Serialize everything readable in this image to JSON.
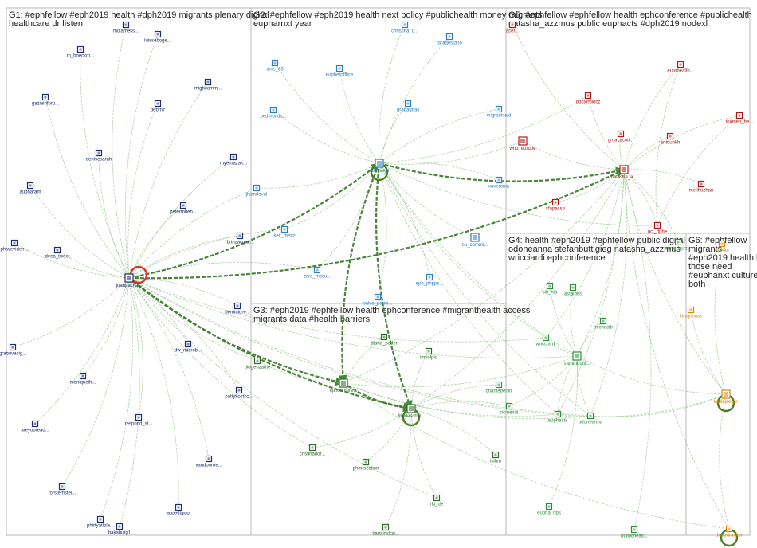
{
  "groups": [
    {
      "id": "G1",
      "title_lines": [
        "G1: #ephfellow #eph2019 health #dph2019 migrants plenary digital",
        "healthcare dr listen"
      ],
      "color": "#1f2d6b"
    },
    {
      "id": "G2",
      "title_lines": [
        "G2: #ephfellow #eph2019 health next policy #publichealth money migrants",
        "eupharnxt year"
      ],
      "color": "#2f7fbf"
    },
    {
      "id": "G3",
      "title_lines": [
        "G3: #eph2019 #ephfellow health ephconference #migranthealth access",
        "migrants data #health barriers"
      ],
      "color": "#2e6b2a"
    },
    {
      "id": "G4",
      "title_lines": [
        "G4: health #eph2019 #ephfellow public digital",
        "odoneanna stefanbuttigieg natasha_azzmus",
        "wricciardi ephconference"
      ],
      "color": "#2a8f3a"
    },
    {
      "id": "G5",
      "title_lines": [
        "G5: #ephfellow #ephfellow health ephconference #publichealth",
        "natasha_azzmus public euphacts #dph2019 nodexl"
      ],
      "color": "#b01818"
    },
    {
      "id": "G6",
      "title_lines": [
        "G6: #ephfellow",
        "migrants",
        "#eph2019 health ll",
        "those need",
        "#euphanxt culture",
        "both"
      ],
      "color": "#d4860b"
    }
  ],
  "nodes": [
    {
      "id": "mojamess",
      "label": "mojamess...",
      "group": "G1"
    },
    {
      "id": "luisseboge",
      "label": "luisseboge...",
      "group": "G1"
    },
    {
      "id": "m_boeckm",
      "label": "m_boeckm...",
      "group": "G1"
    },
    {
      "id": "mighcomm",
      "label": "mighcomm...",
      "group": "G1"
    },
    {
      "id": "gaziainforu",
      "label": "gaziainforu...",
      "group": "G1"
    },
    {
      "id": "debmir",
      "label": "debmir",
      "group": "G1"
    },
    {
      "id": "denisesarah",
      "label": "denisesarah",
      "group": "G1"
    },
    {
      "id": "myemazak",
      "label": "myemazak...",
      "group": "G1"
    },
    {
      "id": "audharam",
      "label": "audharam",
      "group": "G1"
    },
    {
      "id": "petermben",
      "label": "petermben...",
      "group": "G1"
    },
    {
      "id": "brinzacmo",
      "label": "brinzacmo...",
      "group": "G1"
    },
    {
      "id": "phiweviden",
      "label": "phiweviden...",
      "group": "G1"
    },
    {
      "id": "deea_tweet",
      "label": "deea_tweet",
      "group": "G1"
    },
    {
      "id": "juanjracha",
      "label": "juanjracha...",
      "group": "G1"
    },
    {
      "id": "deminiore",
      "label": "deminiore...",
      "group": "G1"
    },
    {
      "id": "grabovacig",
      "label": "grabovacig...",
      "group": "G1"
    },
    {
      "id": "dw_microb",
      "label": "dw_microb...",
      "group": "G1"
    },
    {
      "id": "moniqueih",
      "label": "moniqueih...",
      "group": "G1"
    },
    {
      "id": "pattykostko",
      "label": "pattykostko...",
      "group": "G1"
    },
    {
      "id": "areyouread",
      "label": "areyouread...",
      "group": "G1"
    },
    {
      "id": "respond_st",
      "label": "respond_st...",
      "group": "G1"
    },
    {
      "id": "vandoorne",
      "label": "vandoorne...",
      "group": "G1"
    },
    {
      "id": "forstemstel",
      "label": "forstemstel...",
      "group": "G1"
    },
    {
      "id": "mazzillassa",
      "label": "mazzillassa",
      "group": "G1"
    },
    {
      "id": "phirtyatlola",
      "label": "phirtyatlola...",
      "group": "G1"
    },
    {
      "id": "bakaburg1",
      "label": "bakaburg1",
      "group": "G1"
    },
    {
      "id": "christina_d",
      "label": "christina_d...",
      "group": "G2"
    },
    {
      "id": "faragestano",
      "label": "faragestano",
      "group": "G2"
    },
    {
      "id": "amc_83",
      "label": "amc_83",
      "group": "G2"
    },
    {
      "id": "eupherofffice",
      "label": "eupherofffice",
      "group": "G2"
    },
    {
      "id": "pedmonds",
      "label": "pedmonds...",
      "group": "G2"
    },
    {
      "id": "drabagnall",
      "label": "drabagnall",
      "group": "G2"
    },
    {
      "id": "migrantsaid",
      "label": "migrantsaid",
      "group": "G2"
    },
    {
      "id": "euphanxt",
      "label": "euphanxt",
      "group": "G2"
    },
    {
      "id": "xaveronia",
      "label": "xaveronia",
      "group": "G2"
    },
    {
      "id": "jlsandoval",
      "label": "jlsandoval",
      "group": "G2"
    },
    {
      "id": "keit_menz",
      "label": "keit_menz",
      "group": "G2"
    },
    {
      "id": "eu_commi",
      "label": "eu_commi...",
      "group": "G2"
    },
    {
      "id": "zara_mccu",
      "label": "zara_mccu...",
      "group": "G2"
    },
    {
      "id": "eph_phpps",
      "label": "eph_phpps...",
      "group": "G2"
    },
    {
      "id": "salvo_parisi",
      "label": "salvo_parisi...",
      "group": "G2"
    },
    {
      "id": "diana_poder",
      "label": "diana_poder",
      "group": "G3"
    },
    {
      "id": "imvolpio",
      "label": "imvolpio",
      "group": "G3"
    },
    {
      "id": "biogenzante",
      "label": "biogenzante",
      "group": "G3"
    },
    {
      "id": "ephconfere",
      "label": "ephconfere...",
      "group": "G3"
    },
    {
      "id": "friedaschw",
      "label": "friedaschw...",
      "group": "G3"
    },
    {
      "id": "cristinador",
      "label": "cristinador...",
      "group": "G3"
    },
    {
      "id": "phmrsection",
      "label": "phmrsection",
      "group": "G3"
    },
    {
      "id": "isihm",
      "label": "isihm",
      "group": "G3"
    },
    {
      "id": "rki_de",
      "label": "rki_de",
      "group": "G3"
    },
    {
      "id": "karolinskai",
      "label": "karolinskai...",
      "group": "G3"
    },
    {
      "id": "anne_burz",
      "label": "anne_burz...",
      "group": "G4"
    },
    {
      "id": "siti_hia",
      "label": "siti_hia",
      "group": "G4"
    },
    {
      "id": "astaines",
      "label": "astaines",
      "group": "G4"
    },
    {
      "id": "michacib",
      "label": "michacib",
      "group": "G4"
    },
    {
      "id": "wricciardi",
      "label": "wricciardi",
      "group": "G4"
    },
    {
      "id": "stefanbutti",
      "label": "stefanbutti...",
      "group": "G4"
    },
    {
      "id": "chariteberlin",
      "label": "chariteberlin",
      "group": "G4"
    },
    {
      "id": "ricmexia",
      "label": "ricmexia",
      "group": "G4"
    },
    {
      "id": "euphacts",
      "label": "euphacts",
      "group": "G4"
    },
    {
      "id": "odoneanna",
      "label": "odoneanna",
      "group": "G4"
    },
    {
      "id": "eupha_hps",
      "label": "eupha_hps",
      "group": "G4"
    },
    {
      "id": "publichealt",
      "label": "publichealt...",
      "group": "G4"
    },
    {
      "id": "acef",
      "label": "acef...",
      "group": "G5"
    },
    {
      "id": "eurohealth",
      "label": "eurohealth...",
      "group": "G5"
    },
    {
      "id": "doctorblocz",
      "label": "doctorblocz",
      "group": "G5"
    },
    {
      "id": "toionen_he",
      "label": "toionen_he...",
      "group": "G5"
    },
    {
      "id": "who_europe",
      "label": "who_europe",
      "group": "G5"
    },
    {
      "id": "gmacacoti",
      "label": "gmacacoti...",
      "group": "G5"
    },
    {
      "id": "antounkh",
      "label": "antounkh",
      "group": "G5"
    },
    {
      "id": "natasha_a",
      "label": "natasha_a...",
      "group": "G5"
    },
    {
      "id": "meilhozhan",
      "label": "meilhozhan",
      "group": "G5"
    },
    {
      "id": "sfapasso",
      "label": "sfapasso",
      "group": "G5"
    },
    {
      "id": "ucl_dphe",
      "label": "ucl_dphe",
      "group": "G5"
    },
    {
      "id": "rtcodpr",
      "label": "rtcodpr",
      "group": "G6"
    },
    {
      "id": "kerryrhusk",
      "label": "kerryrhusk",
      "group": "G6"
    },
    {
      "id": "kaillajaeger",
      "label": "kaillajaeger",
      "group": "G6"
    },
    {
      "id": "donortracker",
      "label": "donortracker",
      "group": "G6"
    }
  ],
  "edges": [
    [
      "mojamess",
      "juanjracha"
    ],
    [
      "luisseboge",
      "juanjracha"
    ],
    [
      "m_boeckm",
      "juanjracha"
    ],
    [
      "mighcomm",
      "juanjracha"
    ],
    [
      "gaziainforu",
      "juanjracha"
    ],
    [
      "debmir",
      "juanjracha"
    ],
    [
      "denisesarah",
      "juanjracha"
    ],
    [
      "myemazak",
      "juanjracha"
    ],
    [
      "audharam",
      "juanjracha"
    ],
    [
      "petermben",
      "juanjracha"
    ],
    [
      "brinzacmo",
      "juanjracha"
    ],
    [
      "phiweviden",
      "juanjracha"
    ],
    [
      "deea_tweet",
      "juanjracha"
    ],
    [
      "deminiore",
      "juanjracha"
    ],
    [
      "grabovacig",
      "juanjracha"
    ],
    [
      "dw_microb",
      "juanjracha"
    ],
    [
      "moniqueih",
      "juanjracha"
    ],
    [
      "pattykostko",
      "juanjracha"
    ],
    [
      "areyouread",
      "juanjracha"
    ],
    [
      "respond_st",
      "juanjracha"
    ],
    [
      "vandoorne",
      "juanjracha"
    ],
    [
      "forstemstel",
      "juanjracha"
    ],
    [
      "mazzillassa",
      "juanjracha"
    ],
    [
      "phirtyatlola",
      "juanjracha"
    ],
    [
      "bakaburg1",
      "juanjracha"
    ],
    [
      "jlsandoval",
      "juanjracha"
    ],
    [
      "keit_menz",
      "juanjracha"
    ],
    [
      "zara_mccu",
      "juanjracha"
    ],
    [
      "juanjracha",
      "euphanxt"
    ],
    [
      "juanjracha",
      "ephconfere"
    ],
    [
      "juanjracha",
      "friedaschw"
    ],
    [
      "juanjracha",
      "natasha_a"
    ],
    [
      "juanjracha",
      "stefanbutti"
    ],
    [
      "juanjracha",
      "wricciardi"
    ],
    [
      "juanjracha",
      "biogenzante"
    ],
    [
      "juanjracha",
      "rki_de"
    ],
    [
      "juanjracha",
      "cristinador"
    ],
    [
      "juanjracha",
      "odoneanna"
    ],
    [
      "juanjracha",
      "euphacts"
    ],
    [
      "christina_d",
      "euphanxt"
    ],
    [
      "faragestano",
      "euphanxt"
    ],
    [
      "amc_83",
      "euphanxt"
    ],
    [
      "eupherofffice",
      "euphanxt"
    ],
    [
      "pedmonds",
      "euphanxt"
    ],
    [
      "drabagnall",
      "euphanxt"
    ],
    [
      "migrantsaid",
      "euphanxt"
    ],
    [
      "xaveronia",
      "euphanxt"
    ],
    [
      "jlsandoval",
      "euphanxt"
    ],
    [
      "keit_menz",
      "euphanxt"
    ],
    [
      "zara_mccu",
      "euphanxt"
    ],
    [
      "eph_phpps",
      "euphanxt"
    ],
    [
      "salvo_parisi",
      "euphanxt"
    ],
    [
      "euphanxt",
      "ephconfere"
    ],
    [
      "euphanxt",
      "friedaschw"
    ],
    [
      "euphanxt",
      "natasha_a"
    ],
    [
      "euphanxt",
      "doctorblocz"
    ],
    [
      "euphanxt",
      "who_europe"
    ],
    [
      "euphanxt",
      "stefanbutti"
    ],
    [
      "euphanxt",
      "wricciardi"
    ],
    [
      "euphanxt",
      "ucl_dphe"
    ],
    [
      "euphanxt",
      "euphacts"
    ],
    [
      "euphanxt",
      "odoneanna"
    ],
    [
      "euphanxt",
      "eu_commi"
    ],
    [
      "diana_poder",
      "ephconfere"
    ],
    [
      "imvolpio",
      "friedaschw"
    ],
    [
      "biogenzante",
      "ephconfere"
    ],
    [
      "ephconfere",
      "friedaschw"
    ],
    [
      "cristinador",
      "friedaschw"
    ],
    [
      "phmrsection",
      "friedaschw"
    ],
    [
      "isihm",
      "friedaschw"
    ],
    [
      "friedaschw",
      "rki_de"
    ],
    [
      "karolinskai",
      "friedaschw"
    ],
    [
      "chariteberlin",
      "friedaschw"
    ],
    [
      "ricmexia",
      "friedaschw"
    ],
    [
      "ephconfere",
      "stefanbutti"
    ],
    [
      "ephconfere",
      "natasha_a"
    ],
    [
      "ephconfere",
      "euphacts"
    ],
    [
      "ephconfere",
      "odoneanna"
    ],
    [
      "friedaschw",
      "natasha_a"
    ],
    [
      "anne_burz",
      "natasha_a"
    ],
    [
      "siti_hia",
      "stefanbutti"
    ],
    [
      "astaines",
      "stefanbutti"
    ],
    [
      "michacib",
      "stefanbutti"
    ],
    [
      "wricciardi",
      "stefanbutti"
    ],
    [
      "stefanbutti",
      "euphacts"
    ],
    [
      "stefanbutti",
      "odoneanna"
    ],
    [
      "euphacts",
      "odoneanna"
    ],
    [
      "eupha_hps",
      "stefanbutti"
    ],
    [
      "publichealt",
      "natasha_a"
    ],
    [
      "ricmexia",
      "stefanbutti"
    ],
    [
      "wricciardi",
      "natasha_a"
    ],
    [
      "stefanbutti",
      "natasha_a"
    ],
    [
      "odoneanna",
      "natasha_a"
    ],
    [
      "euphacts",
      "natasha_a"
    ],
    [
      "acef",
      "natasha_a"
    ],
    [
      "eurohealth",
      "natasha_a"
    ],
    [
      "doctorblocz",
      "natasha_a"
    ],
    [
      "toionen_he",
      "natasha_a"
    ],
    [
      "who_europe",
      "natasha_a"
    ],
    [
      "gmacacoti",
      "natasha_a"
    ],
    [
      "antounkh",
      "natasha_a"
    ],
    [
      "meilhozhan",
      "natasha_a"
    ],
    [
      "sfapasso",
      "natasha_a"
    ],
    [
      "ucl_dphe",
      "natasha_a"
    ],
    [
      "eurohealth",
      "ucl_dphe"
    ],
    [
      "toionen_he",
      "ucl_dphe"
    ],
    [
      "rtcodpr",
      "kaillajaeger"
    ],
    [
      "kerryrhusk",
      "kaillajaeger"
    ],
    [
      "kaillajaeger",
      "donortracker"
    ],
    [
      "stefanbutti",
      "kaillajaeger"
    ],
    [
      "natasha_a",
      "kaillajaeger"
    ],
    [
      "euphacts",
      "kaillajaeger"
    ],
    [
      "odoneanna",
      "kaillajaeger"
    ],
    [
      "natasha_a",
      "donortracker"
    ],
    [
      "ephconfere",
      "donortracker"
    ]
  ],
  "strong_edges": [
    [
      "juanjracha",
      "euphanxt"
    ],
    [
      "juanjracha",
      "ephconfere"
    ],
    [
      "juanjracha",
      "friedaschw"
    ],
    [
      "euphanxt",
      "ephconfere"
    ],
    [
      "euphanxt",
      "friedaschw"
    ],
    [
      "ephconfere",
      "friedaschw"
    ],
    [
      "euphanxt",
      "natasha_a"
    ],
    [
      "juanjracha",
      "natasha_a"
    ]
  ],
  "self_loops": [
    "juanjracha",
    "euphanxt",
    "friedaschw",
    "kaillajaeger",
    "donortracker"
  ]
}
